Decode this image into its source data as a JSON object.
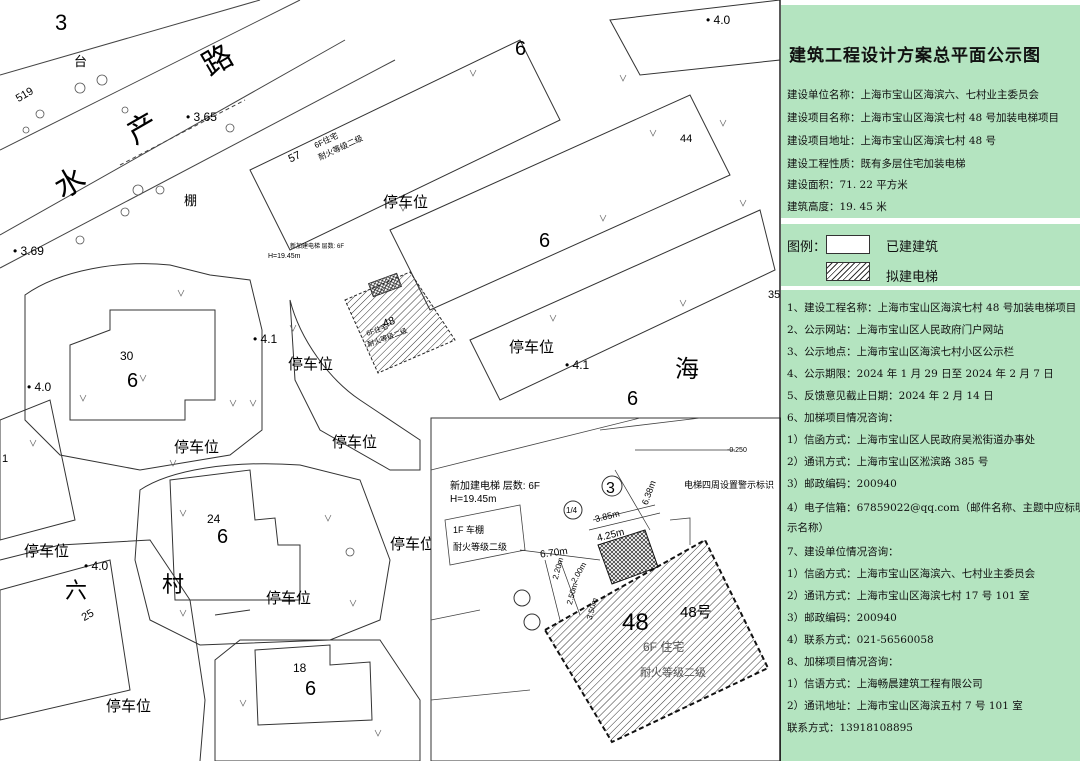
{
  "map": {
    "road_chars": [
      "水",
      "产",
      "路"
    ],
    "road_chars_2": [
      "六",
      "村"
    ],
    "hai": "海",
    "tai": "台",
    "peng": "棚",
    "numbers": {
      "n3": "3",
      "n519": "519",
      "n57": "57",
      "n44": "44",
      "n35": "35",
      "n30": "30",
      "n24": "24",
      "n25": "25",
      "n18": "18",
      "n48": "48",
      "n1": "1",
      "six": "6"
    },
    "heights": [
      "• 4.0",
      "• 3.65",
      "• 3.69",
      "• 4.0",
      "• 4.1",
      "• 4.1",
      "• 4.0"
    ],
    "parking": "停车位",
    "bld_6f": "6F住宅",
    "bld_fire": "耐火等级二级",
    "bld_1f": "1F 车棚",
    "elev_label": "新加建电梯 层数: 6F",
    "elev_h": "H=19.45m",
    "bld48_num": "48号",
    "bld_6f_2": "6F 住宅",
    "inset": {
      "dim_385": "3.85m",
      "dim_425": "4.25m",
      "dim_670": "6.70m",
      "dim_638": "6.38m",
      "dim_200": "2.00m",
      "dim_220": "2.20m",
      "dim_250": "2.50m",
      "dim_350": "3.50m",
      "circle3": "3",
      "circle14": "1/4",
      "warn": "电梯四周设置警示标识",
      "elev0250": "-0.250"
    }
  },
  "panel": {
    "title": "建筑工程设计方案总平面公示图",
    "info": [
      "建设单位名称：上海市宝山区海滨六、七村业主委员会",
      "建设项目名称：上海市宝山区海滨七村 48 号加装电梯项目",
      "建设项目地址：上海市宝山区海滨七村 48 号",
      "建设工程性质：既有多层住宅加装电梯",
      "建设面积：71. 22 平方米",
      "建筑高度：19. 45 米"
    ],
    "legend": {
      "title": "图例：",
      "existing": "已建建筑",
      "proposed": "拟建电梯"
    },
    "notice": [
      "1、建设工程名称：上海市宝山区海滨七村 48 号加装电梯项目",
      "2、公示网站：上海市宝山区人民政府门户网站",
      "3、公示地点：上海市宝山区海滨七村小区公示栏",
      "4、公示期限：2024 年 1 月 29 日至 2024 年 2 月 7 日",
      "5、反馈意见截止日期：2024 年 2 月 14 日",
      "6、加梯项目情况咨询：",
      "1）信函方式：上海市宝山区人民政府吴淞街道办事处",
      "2）通讯方式：上海市宝山区淞滨路 385 号",
      "3）邮政编码：200940",
      "4）电子信箱：67859022@qq.com（邮件名称、主题中应标明公",
      "示名称）",
      "7、建设单位情况咨询：",
      "1）信函方式：上海市宝山区海滨六、七村业主委员会",
      "2）通讯方式：上海市宝山区海滨七村 17 号 101 室",
      "3）邮政编码：200940",
      "4）联系方式：021-56560058",
      "8、加梯项目情况咨询：",
      "1）信语方式：上海畅晨建筑工程有限公司",
      "2）通讯地址：上海市宝山区海滨五村 7 号 101 室",
      "联系方式：13918108895"
    ]
  }
}
